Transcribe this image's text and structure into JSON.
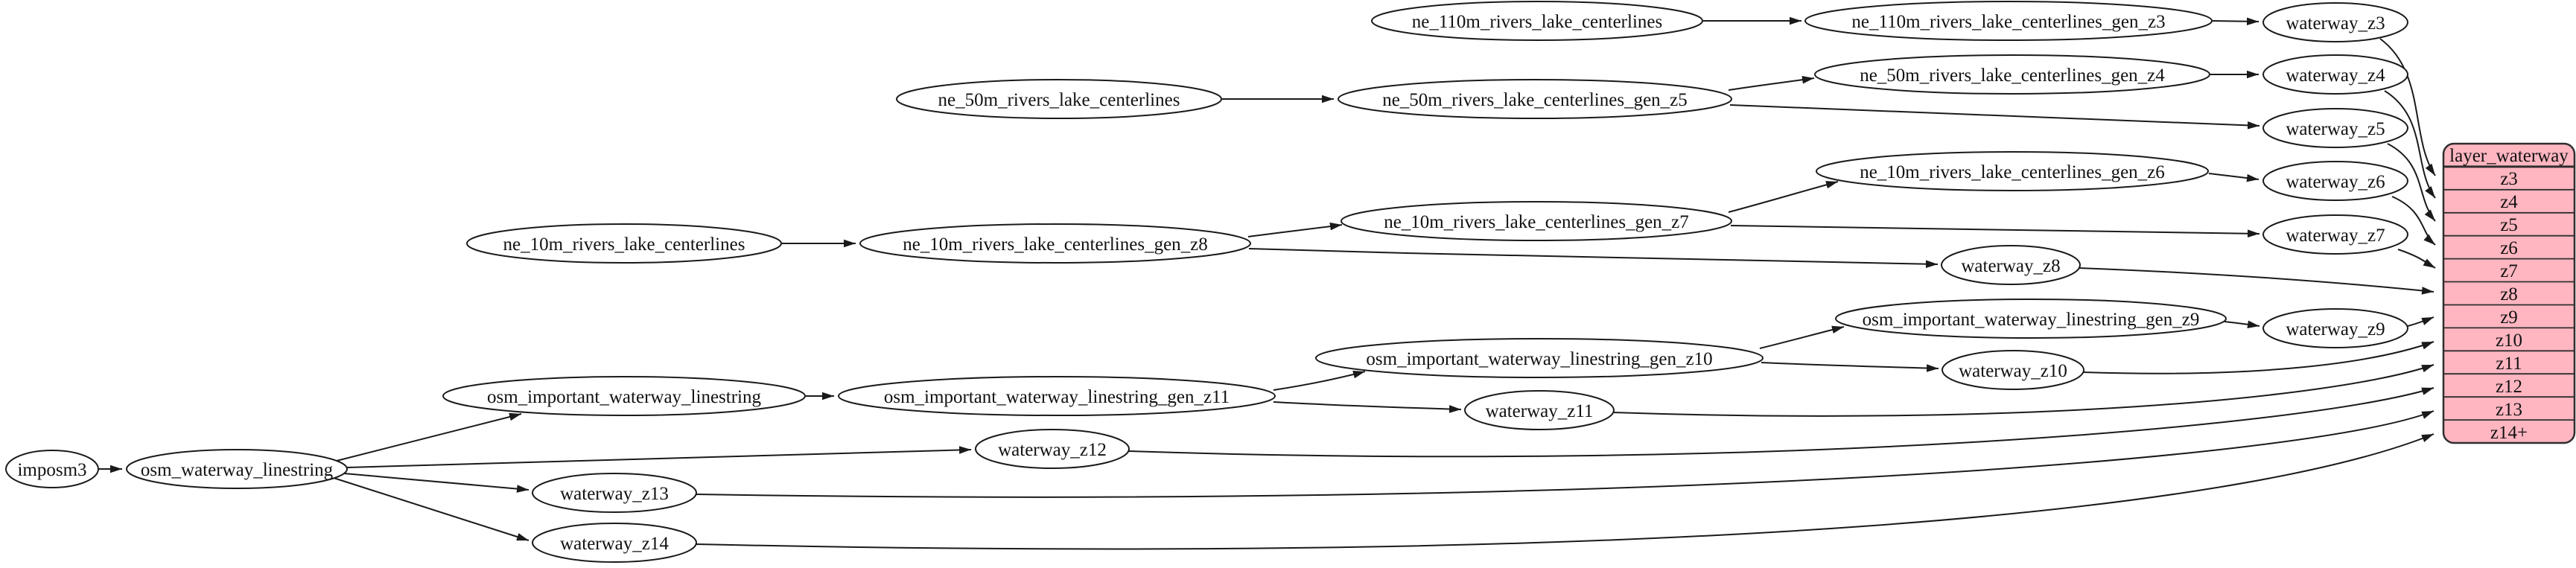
{
  "colors": {
    "background": "#ffffff",
    "node_fill": "#ffffff",
    "node_stroke": "#1a1a1a",
    "edge": "#1a1a1a",
    "table_fill": "#ffb6c1",
    "table_stroke": "#2e2e2e"
  },
  "nodes": [
    {
      "id": "imposm3",
      "label": "imposm3"
    },
    {
      "id": "osm_waterway_linestring",
      "label": "osm_waterway_linestring"
    },
    {
      "id": "ne_110m_rivers_lake_centerlines",
      "label": "ne_110m_rivers_lake_centerlines"
    },
    {
      "id": "ne_110m_rivers_lake_centerlines_gen_z3",
      "label": "ne_110m_rivers_lake_centerlines_gen_z3"
    },
    {
      "id": "waterway_z3",
      "label": "waterway_z3"
    },
    {
      "id": "ne_50m_rivers_lake_centerlines",
      "label": "ne_50m_rivers_lake_centerlines"
    },
    {
      "id": "ne_50m_rivers_lake_centerlines_gen_z5",
      "label": "ne_50m_rivers_lake_centerlines_gen_z5"
    },
    {
      "id": "ne_50m_rivers_lake_centerlines_gen_z4",
      "label": "ne_50m_rivers_lake_centerlines_gen_z4"
    },
    {
      "id": "waterway_z4",
      "label": "waterway_z4"
    },
    {
      "id": "waterway_z5",
      "label": "waterway_z5"
    },
    {
      "id": "ne_10m_rivers_lake_centerlines",
      "label": "ne_10m_rivers_lake_centerlines"
    },
    {
      "id": "ne_10m_rivers_lake_centerlines_gen_z8",
      "label": "ne_10m_rivers_lake_centerlines_gen_z8"
    },
    {
      "id": "ne_10m_rivers_lake_centerlines_gen_z7",
      "label": "ne_10m_rivers_lake_centerlines_gen_z7"
    },
    {
      "id": "ne_10m_rivers_lake_centerlines_gen_z6",
      "label": "ne_10m_rivers_lake_centerlines_gen_z6"
    },
    {
      "id": "waterway_z6",
      "label": "waterway_z6"
    },
    {
      "id": "waterway_z7",
      "label": "waterway_z7"
    },
    {
      "id": "waterway_z8",
      "label": "waterway_z8"
    },
    {
      "id": "osm_important_waterway_linestring",
      "label": "osm_important_waterway_linestring"
    },
    {
      "id": "osm_important_waterway_linestring_gen_z11",
      "label": "osm_important_waterway_linestring_gen_z11"
    },
    {
      "id": "osm_important_waterway_linestring_gen_z10",
      "label": "osm_important_waterway_linestring_gen_z10"
    },
    {
      "id": "osm_important_waterway_linestring_gen_z9",
      "label": "osm_important_waterway_linestring_gen_z9"
    },
    {
      "id": "waterway_z9",
      "label": "waterway_z9"
    },
    {
      "id": "waterway_z10",
      "label": "waterway_z10"
    },
    {
      "id": "waterway_z11",
      "label": "waterway_z11"
    },
    {
      "id": "waterway_z12",
      "label": "waterway_z12"
    },
    {
      "id": "waterway_z13",
      "label": "waterway_z13"
    },
    {
      "id": "waterway_z14",
      "label": "waterway_z14"
    }
  ],
  "table": {
    "title": "layer_waterway",
    "rows": [
      "z3",
      "z4",
      "z5",
      "z6",
      "z7",
      "z8",
      "z9",
      "z10",
      "z11",
      "z12",
      "z13",
      "z14+"
    ],
    "fill": "#ffb6c1"
  },
  "edges": [
    [
      "imposm3",
      "osm_waterway_linestring"
    ],
    [
      "osm_waterway_linestring",
      "osm_important_waterway_linestring"
    ],
    [
      "osm_waterway_linestring",
      "waterway_z12"
    ],
    [
      "osm_waterway_linestring",
      "waterway_z13"
    ],
    [
      "osm_waterway_linestring",
      "waterway_z14"
    ],
    [
      "ne_110m_rivers_lake_centerlines",
      "ne_110m_rivers_lake_centerlines_gen_z3"
    ],
    [
      "ne_110m_rivers_lake_centerlines_gen_z3",
      "waterway_z3"
    ],
    [
      "ne_50m_rivers_lake_centerlines",
      "ne_50m_rivers_lake_centerlines_gen_z5"
    ],
    [
      "ne_50m_rivers_lake_centerlines_gen_z5",
      "ne_50m_rivers_lake_centerlines_gen_z4"
    ],
    [
      "ne_50m_rivers_lake_centerlines_gen_z5",
      "waterway_z5"
    ],
    [
      "ne_50m_rivers_lake_centerlines_gen_z4",
      "waterway_z4"
    ],
    [
      "ne_10m_rivers_lake_centerlines",
      "ne_10m_rivers_lake_centerlines_gen_z8"
    ],
    [
      "ne_10m_rivers_lake_centerlines_gen_z8",
      "ne_10m_rivers_lake_centerlines_gen_z7"
    ],
    [
      "ne_10m_rivers_lake_centerlines_gen_z8",
      "waterway_z8"
    ],
    [
      "ne_10m_rivers_lake_centerlines_gen_z7",
      "ne_10m_rivers_lake_centerlines_gen_z6"
    ],
    [
      "ne_10m_rivers_lake_centerlines_gen_z7",
      "waterway_z7"
    ],
    [
      "ne_10m_rivers_lake_centerlines_gen_z6",
      "waterway_z6"
    ],
    [
      "osm_important_waterway_linestring",
      "osm_important_waterway_linestring_gen_z11"
    ],
    [
      "osm_important_waterway_linestring_gen_z11",
      "osm_important_waterway_linestring_gen_z10"
    ],
    [
      "osm_important_waterway_linestring_gen_z11",
      "waterway_z11"
    ],
    [
      "osm_important_waterway_linestring_gen_z10",
      "osm_important_waterway_linestring_gen_z9"
    ],
    [
      "osm_important_waterway_linestring_gen_z10",
      "waterway_z10"
    ],
    [
      "osm_important_waterway_linestring_gen_z9",
      "waterway_z9"
    ],
    [
      "waterway_z3",
      "layer_waterway.z3"
    ],
    [
      "waterway_z4",
      "layer_waterway.z4"
    ],
    [
      "waterway_z5",
      "layer_waterway.z5"
    ],
    [
      "waterway_z6",
      "layer_waterway.z6"
    ],
    [
      "waterway_z7",
      "layer_waterway.z7"
    ],
    [
      "waterway_z8",
      "layer_waterway.z8"
    ],
    [
      "waterway_z9",
      "layer_waterway.z9"
    ],
    [
      "waterway_z10",
      "layer_waterway.z10"
    ],
    [
      "waterway_z11",
      "layer_waterway.z11"
    ],
    [
      "waterway_z12",
      "layer_waterway.z12"
    ],
    [
      "waterway_z13",
      "layer_waterway.z13"
    ],
    [
      "waterway_z14",
      "layer_waterway.z14+"
    ]
  ]
}
